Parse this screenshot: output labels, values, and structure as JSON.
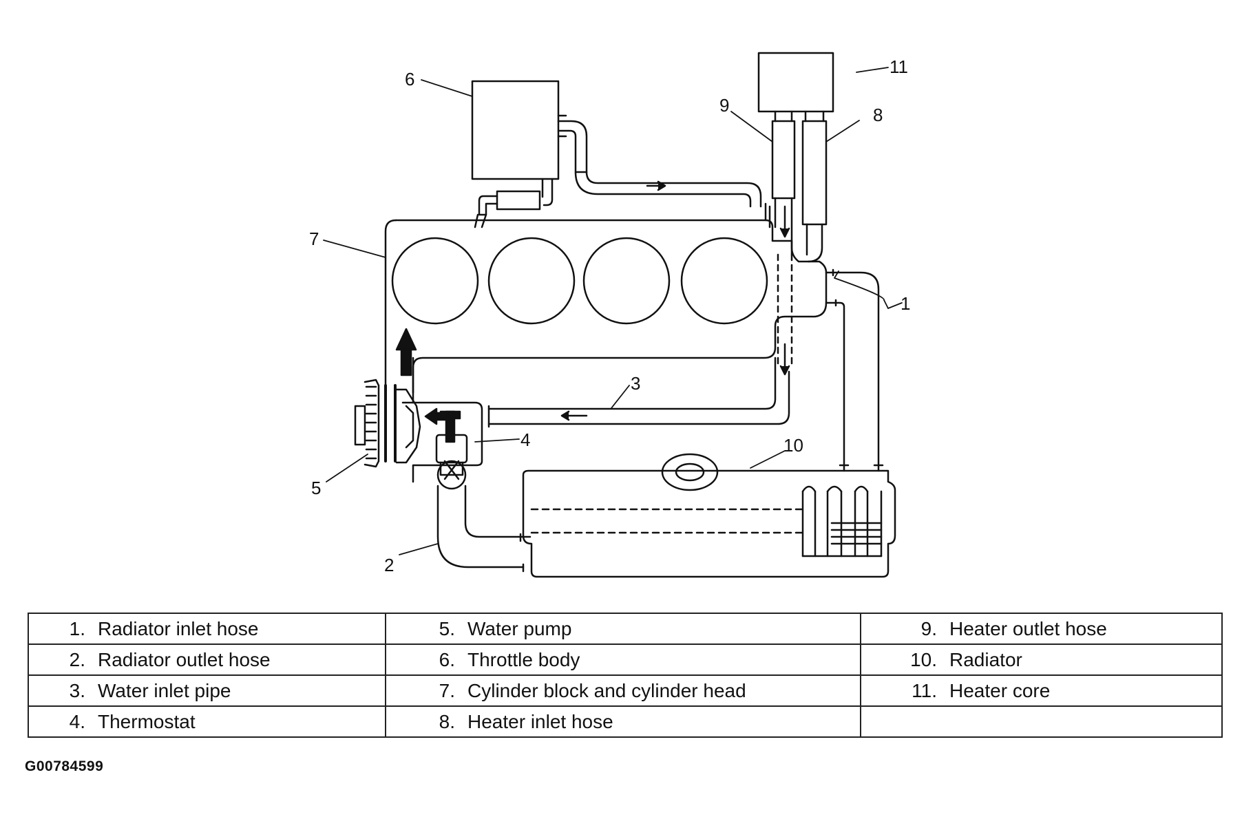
{
  "callouts": [
    {
      "n": "1",
      "label": "Radiator inlet hose"
    },
    {
      "n": "2",
      "label": "Radiator outlet hose"
    },
    {
      "n": "3",
      "label": "Water inlet pipe"
    },
    {
      "n": "4",
      "label": "Thermostat"
    },
    {
      "n": "5",
      "label": "Water pump"
    },
    {
      "n": "6",
      "label": "Throttle body"
    },
    {
      "n": "7",
      "label": "Cylinder block and cylinder head"
    },
    {
      "n": "8",
      "label": "Heater inlet hose"
    },
    {
      "n": "9",
      "label": "Heater outlet hose"
    },
    {
      "n": "10",
      "label": "Radiator"
    },
    {
      "n": "11",
      "label": "Heater core"
    }
  ],
  "legend_rows": [
    [
      {
        "num": "1.",
        "label": "Radiator inlet hose"
      },
      {
        "num": "5.",
        "label": "Water pump"
      },
      {
        "num": "9.",
        "label": "Heater outlet hose"
      }
    ],
    [
      {
        "num": "2.",
        "label": "Radiator outlet hose"
      },
      {
        "num": "6.",
        "label": "Throttle body"
      },
      {
        "num": "10.",
        "label": "Radiator"
      }
    ],
    [
      {
        "num": "3.",
        "label": "Water inlet pipe"
      },
      {
        "num": "7.",
        "label": "Cylinder block and cylinder head"
      },
      {
        "num": "11.",
        "label": "Heater core"
      }
    ],
    [
      {
        "num": "4.",
        "label": "Thermostat"
      },
      {
        "num": "8.",
        "label": "Heater inlet hose"
      },
      {
        "num": "",
        "label": ""
      }
    ]
  ],
  "figure_id": "G00784599",
  "colors": {
    "line": "#111111",
    "background": "#ffffff"
  }
}
